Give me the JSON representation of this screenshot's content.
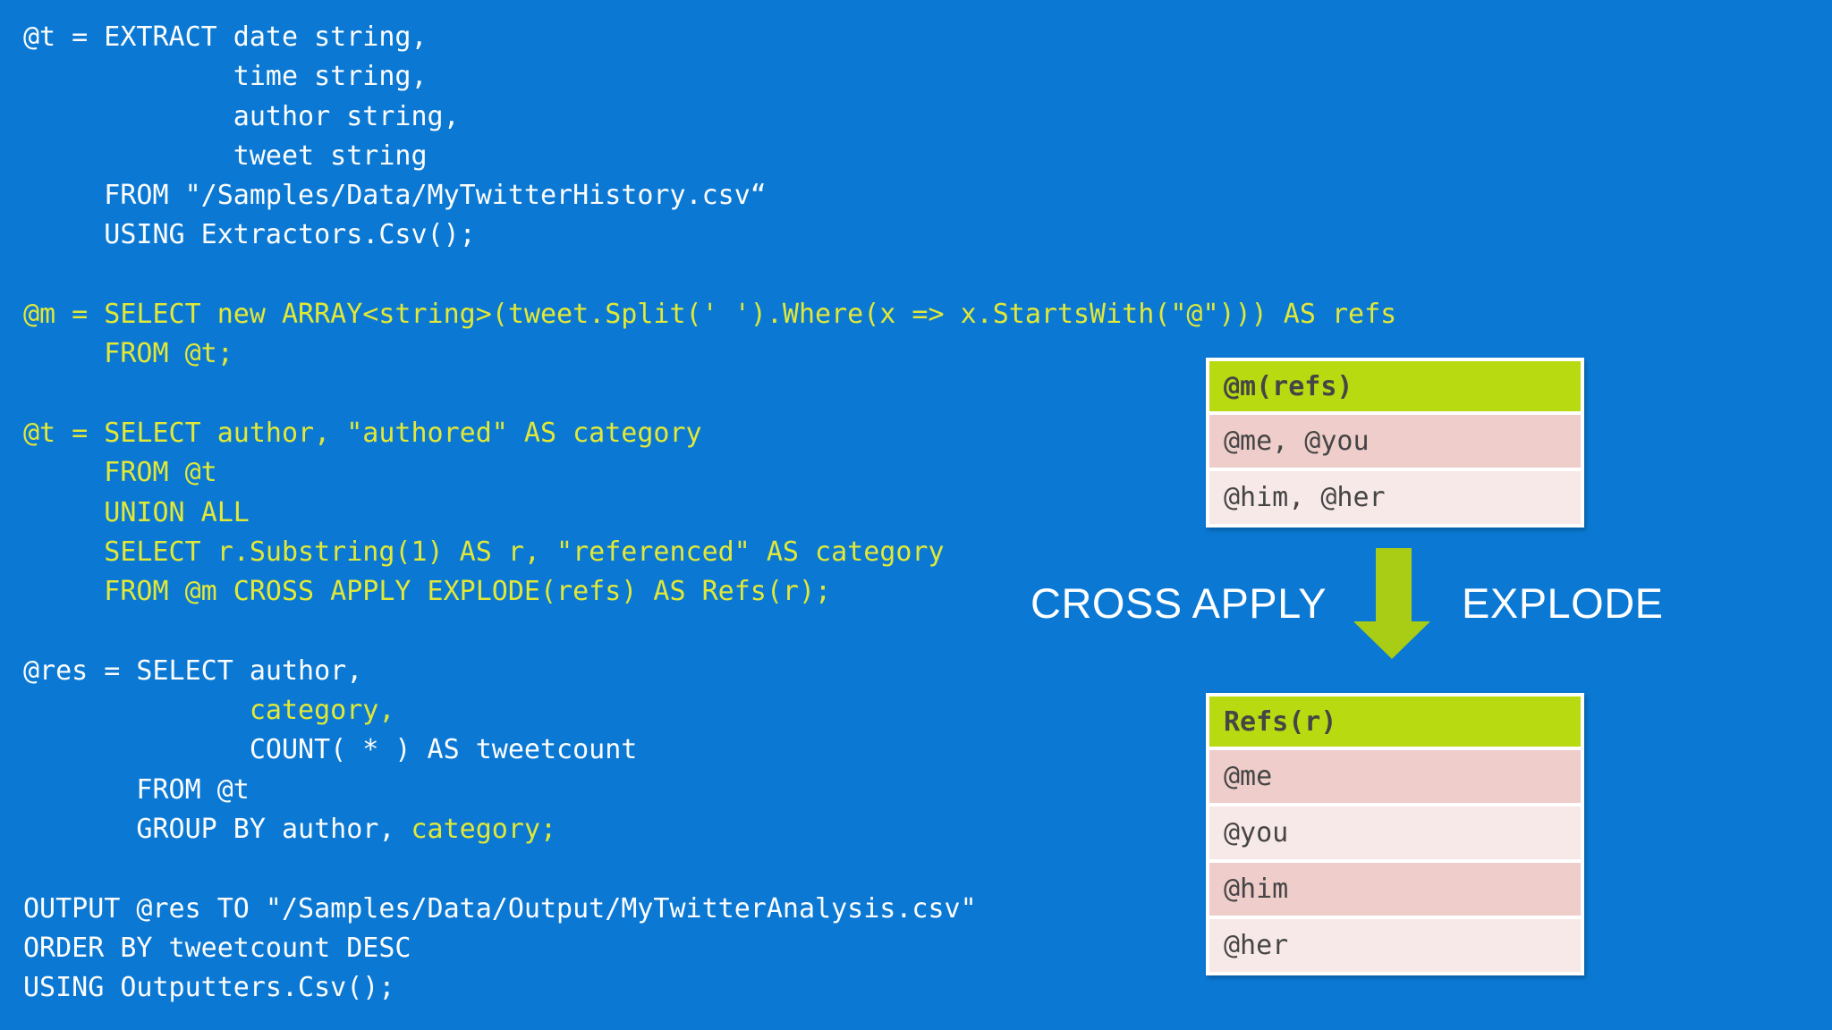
{
  "colors": {
    "background": "#0b79d4",
    "code_white": "#fdfdfd",
    "code_yellow": "#e2e836",
    "table_header_bg": "#b8da11",
    "row_dark": "#eecdca",
    "row_light": "#f7e9e7",
    "table_text": "#454545",
    "arrow_green": "#a9cc14",
    "label_white": "#ffffff"
  },
  "code": {
    "language": "U-SQL",
    "lines": [
      {
        "segments": [
          {
            "text": "@t = EXTRACT date string,",
            "color": "white"
          }
        ]
      },
      {
        "segments": [
          {
            "text": "             time string,",
            "color": "white"
          }
        ]
      },
      {
        "segments": [
          {
            "text": "             author string,",
            "color": "white"
          }
        ]
      },
      {
        "segments": [
          {
            "text": "             tweet string",
            "color": "white"
          }
        ]
      },
      {
        "segments": [
          {
            "text": "     FROM \"/Samples/Data/MyTwitterHistory.csv“",
            "color": "white"
          }
        ]
      },
      {
        "segments": [
          {
            "text": "     USING Extractors.Csv();",
            "color": "white"
          }
        ]
      },
      {
        "segments": []
      },
      {
        "segments": [
          {
            "text": "@m = SELECT new ARRAY<string>(tweet.Split(' ').Where(x => x.StartsWith(\"@\"))) AS refs",
            "color": "yellow"
          }
        ]
      },
      {
        "segments": [
          {
            "text": "     FROM @t;",
            "color": "yellow"
          }
        ]
      },
      {
        "segments": []
      },
      {
        "segments": [
          {
            "text": "@t = SELECT author, \"authored\" AS category",
            "color": "yellow"
          }
        ]
      },
      {
        "segments": [
          {
            "text": "     FROM @t",
            "color": "yellow"
          }
        ]
      },
      {
        "segments": [
          {
            "text": "     UNION ALL",
            "color": "yellow"
          }
        ]
      },
      {
        "segments": [
          {
            "text": "     SELECT r.Substring(1) AS r, \"referenced\" AS category",
            "color": "yellow"
          }
        ]
      },
      {
        "segments": [
          {
            "text": "     FROM @m CROSS APPLY EXPLODE(refs) AS Refs(r);",
            "color": "yellow"
          }
        ]
      },
      {
        "segments": []
      },
      {
        "segments": [
          {
            "text": "@res = SELECT author,",
            "color": "white"
          }
        ]
      },
      {
        "segments": [
          {
            "text": "              category,",
            "color": "yellow"
          }
        ]
      },
      {
        "segments": [
          {
            "text": "              COUNT( * ) AS tweetcount",
            "color": "white"
          }
        ]
      },
      {
        "segments": [
          {
            "text": "       FROM @t",
            "color": "white"
          }
        ]
      },
      {
        "segments": [
          {
            "text": "       GROUP BY author, ",
            "color": "white"
          },
          {
            "text": "category;",
            "color": "yellow"
          }
        ]
      },
      {
        "segments": []
      },
      {
        "segments": [
          {
            "text": "OUTPUT @res TO \"/Samples/Data/Output/MyTwitterAnalysis.csv\"",
            "color": "white"
          }
        ]
      },
      {
        "segments": [
          {
            "text": "ORDER BY tweetcount DESC",
            "color": "white"
          }
        ]
      },
      {
        "segments": [
          {
            "text": "USING Outputters.Csv();",
            "color": "white"
          }
        ]
      }
    ]
  },
  "diagram": {
    "operator_left": "CROSS APPLY",
    "operator_right": "EXPLODE",
    "arrow": {
      "icon": "down-arrow",
      "direction": "down"
    },
    "input_table": {
      "header": "@m(refs)",
      "rows": [
        {
          "text": "@me, @you",
          "shade": "dark"
        },
        {
          "text": "@him, @her",
          "shade": "light"
        }
      ]
    },
    "output_table": {
      "header": "Refs(r)",
      "rows": [
        {
          "text": "@me",
          "shade": "dark"
        },
        {
          "text": "@you",
          "shade": "light"
        },
        {
          "text": "@him",
          "shade": "dark"
        },
        {
          "text": "@her",
          "shade": "light"
        }
      ]
    }
  }
}
